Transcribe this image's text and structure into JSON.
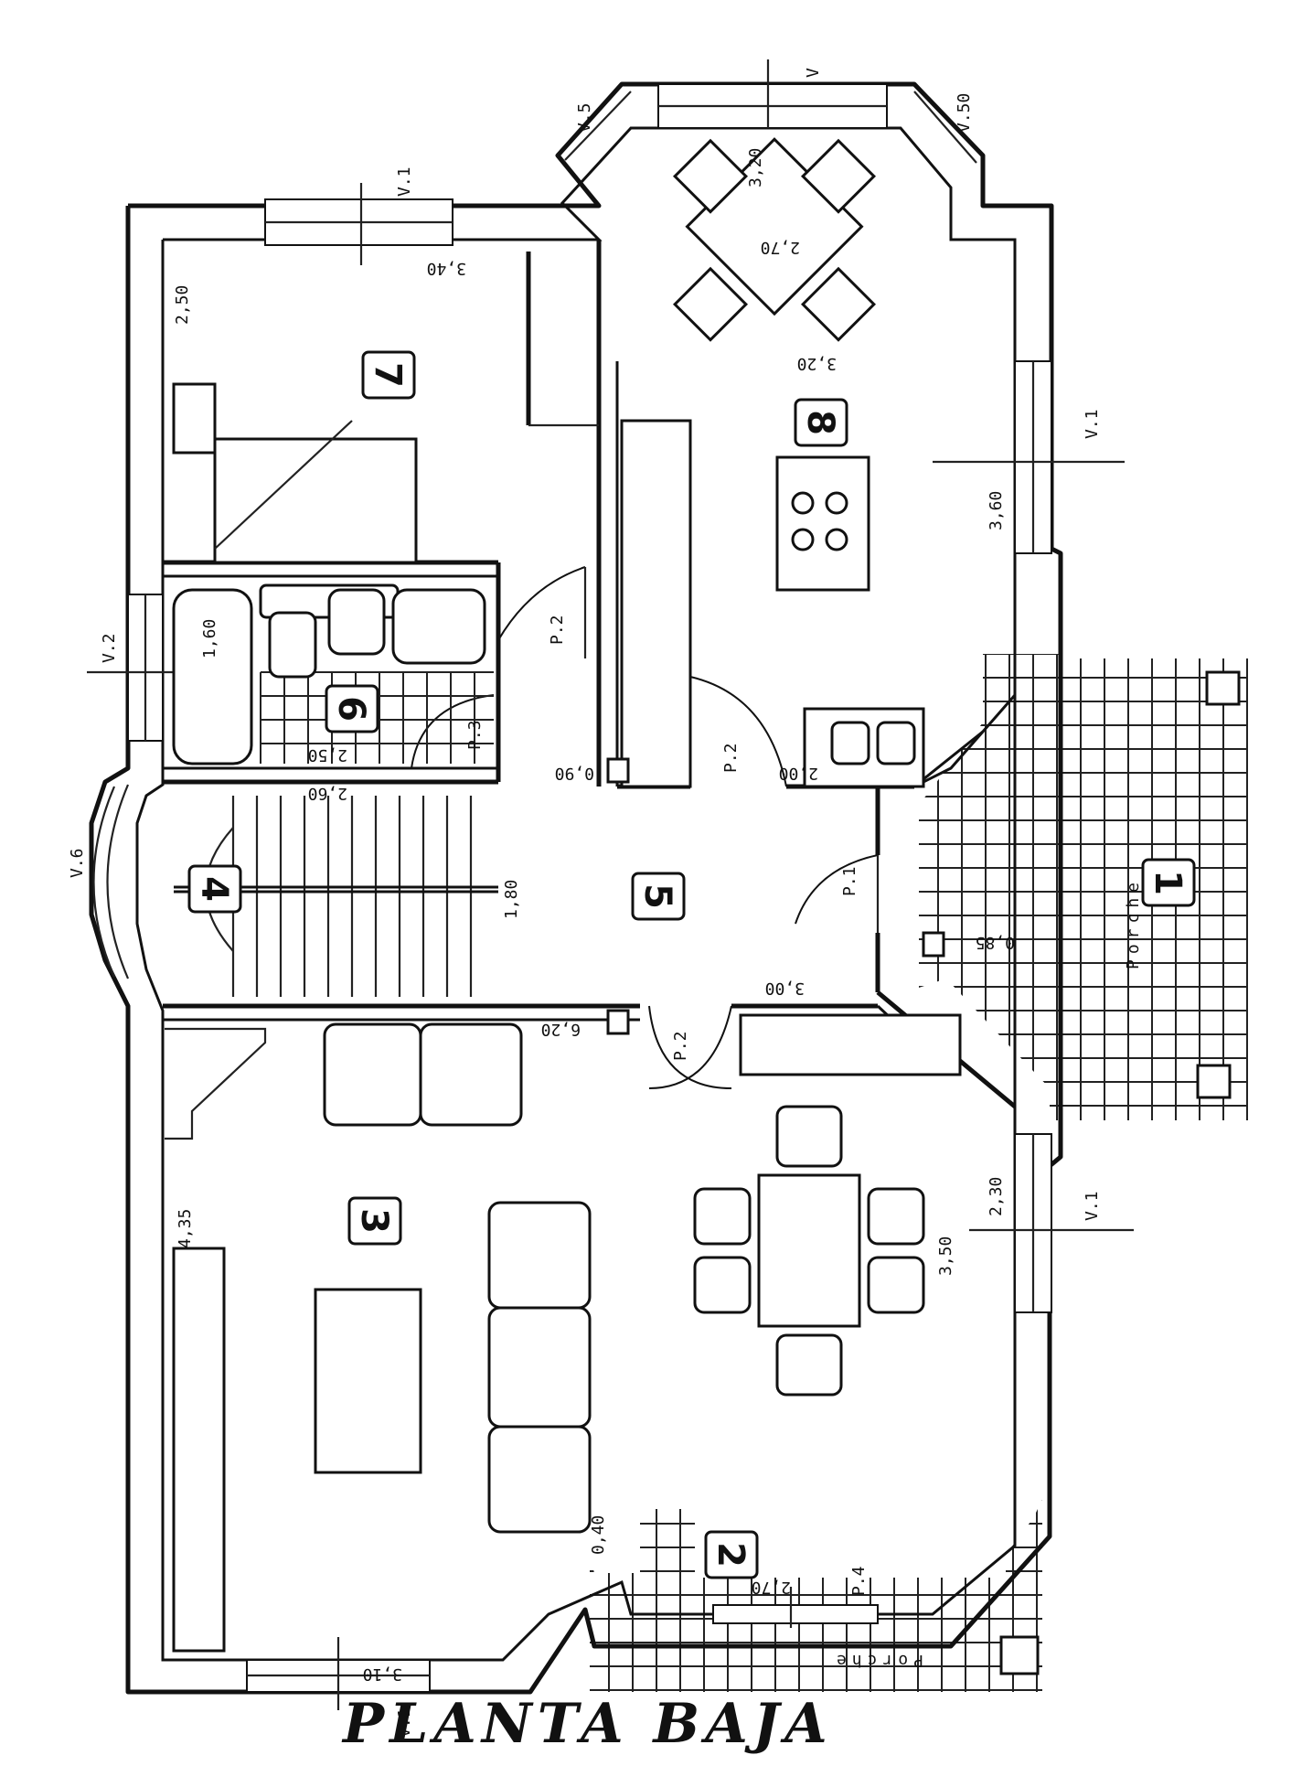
{
  "caption": "PLANTA BAJA",
  "rooms": [
    {
      "id": "1",
      "label": "1"
    },
    {
      "id": "2",
      "label": "2"
    },
    {
      "id": "3",
      "label": "3"
    },
    {
      "id": "4",
      "label": "4"
    },
    {
      "id": "5",
      "label": "5"
    },
    {
      "id": "6",
      "label": "6"
    },
    {
      "id": "7",
      "label": "7"
    },
    {
      "id": "8",
      "label": "8"
    }
  ],
  "dimensions": {
    "d_3_40": "3,40",
    "d_2_50_room7": "2,50",
    "d_2_70_bay": "2,70",
    "d_3_20_bay_top": "3,20",
    "d_3_20_bay": "3,20",
    "d_3_60": "3,60",
    "d_1_60": "1,60",
    "d_2_50_bath": "2,50",
    "d_2_60": "2,60",
    "d_0_90": "0,90",
    "d_2_00": "2,00",
    "d_1_80": "1,80",
    "d_0_85": "0,85",
    "d_6_20": "6,20",
    "d_3_00": "3,00",
    "d_4_35": "4,35",
    "d_2_30": "2,30",
    "d_3_50": "3,50",
    "d_2_70_bottom": "2,70",
    "d_0_40": "0,40",
    "d_3_10": "3,10"
  },
  "openings": {
    "v1_top": "V.1",
    "v1_right_top": "V.1",
    "v1_right_bottom": "V.1",
    "v1_bottom": "V.1",
    "v2": "V.2",
    "v5_left": "V.5",
    "v5_right": "V.50",
    "v_top": "V",
    "v6": "V.6",
    "p1": "P.1",
    "p2_a": "P.2",
    "p2_b": "P.2",
    "p2_c": "P.2",
    "p3": "P.3",
    "p4": "P.4"
  },
  "porches": {
    "right": "Porche",
    "bottom": "Porche"
  }
}
